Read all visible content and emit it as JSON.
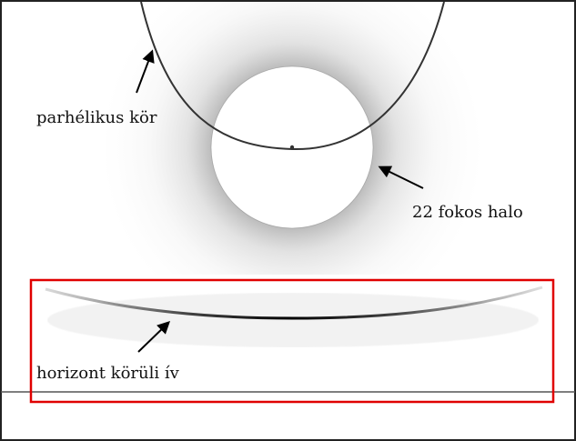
{
  "labels": {
    "parhelic_circle": "parhélikus kör",
    "halo_22": "22 fokos halo",
    "circumhorizon_arc": "horizont körüli ív"
  },
  "colors": {
    "background": "#ffffff",
    "frame": "#222222",
    "ink": "#111111",
    "highlight_box": "#e00000",
    "horizon_line": "#555555"
  }
}
